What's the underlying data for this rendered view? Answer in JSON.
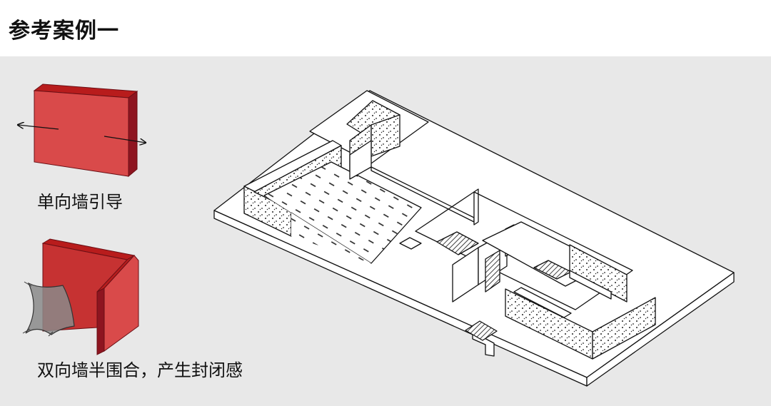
{
  "header": {
    "title": "参考案例一"
  },
  "legend": {
    "one_way_caption": "单向墙引导",
    "two_way_caption": "双向墙半围合，产生封闭感"
  },
  "colors": {
    "header_bg": "#ffffff",
    "panel_bg": "#e8e8e8",
    "wall_red_front": "#d94a4a",
    "wall_red_top": "#b81c1c",
    "wall_red_side": "#8e1520",
    "line": "#111111"
  },
  "icons": [
    "one-way-wall-icon",
    "two-way-wall-icon",
    "building-plan-diagram-icon"
  ]
}
